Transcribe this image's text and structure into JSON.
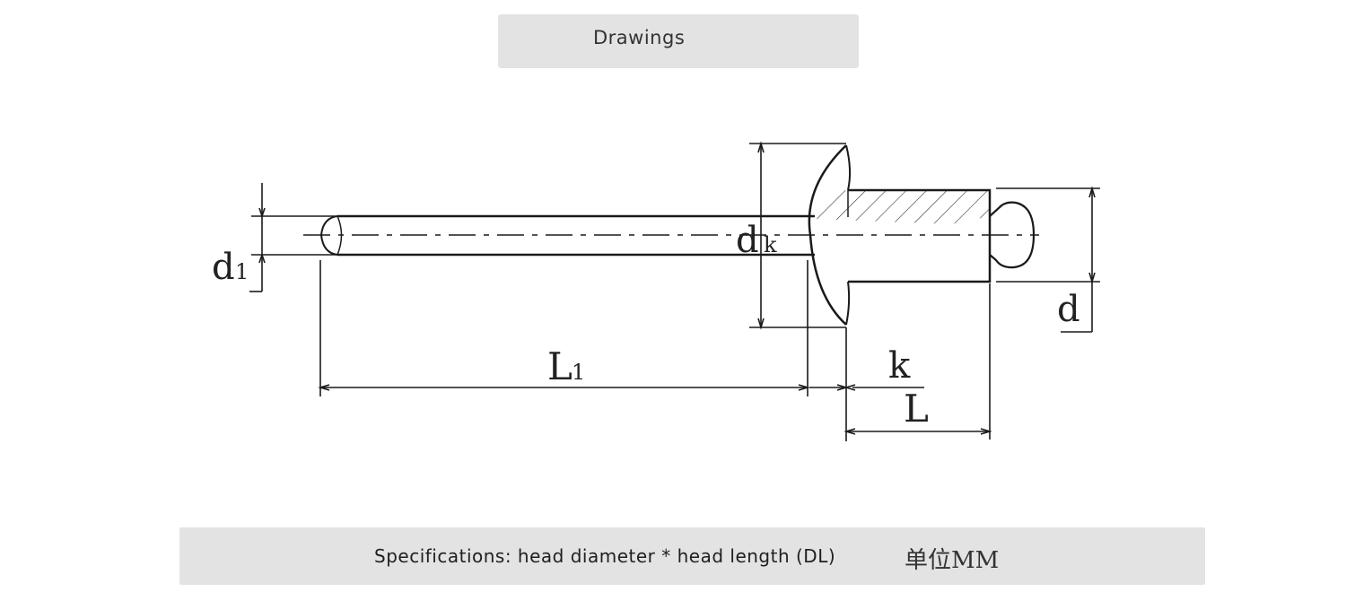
{
  "header": {
    "title": "Drawings"
  },
  "diagram": {
    "labels": {
      "d1": "d",
      "d1_sub": "1",
      "dk": "d",
      "dk_sub": "k",
      "L1": "L",
      "L1_sub": "1",
      "k": "k",
      "L": "L",
      "d": "d"
    }
  },
  "footer": {
    "specifications": "Specifications: head diameter * head length (DL)",
    "unit": "单位MM"
  },
  "colors": {
    "panel": "#e3e3e3",
    "line": "#1a1a1a",
    "text": "#333333"
  }
}
